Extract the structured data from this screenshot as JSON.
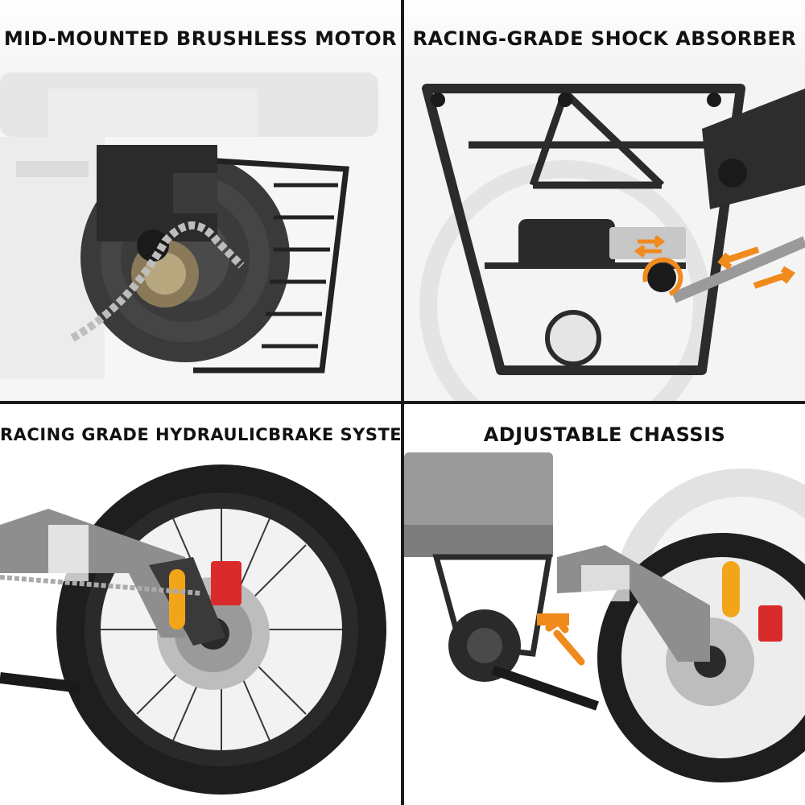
{
  "panels": [
    {
      "title": "MID-MOUNTED BRUSHLESS MOTOR",
      "scene": "brushless-motor"
    },
    {
      "title": "RACING-GRADE SHOCK ABSORBER",
      "scene": "shock-absorber"
    },
    {
      "title": "RACING GRADE HYDRAULICBRAKE SYSTEM",
      "scene": "hydraulic-brake"
    },
    {
      "title": "ADJUSTABLE CHASSIS",
      "scene": "adjustable-chassis"
    }
  ],
  "colors": {
    "accent": "#f08a1c",
    "frame": "#2b2b2b",
    "tire": "#1e1e1e",
    "brake": "#d92b2b",
    "reflector": "#f3a51a"
  }
}
